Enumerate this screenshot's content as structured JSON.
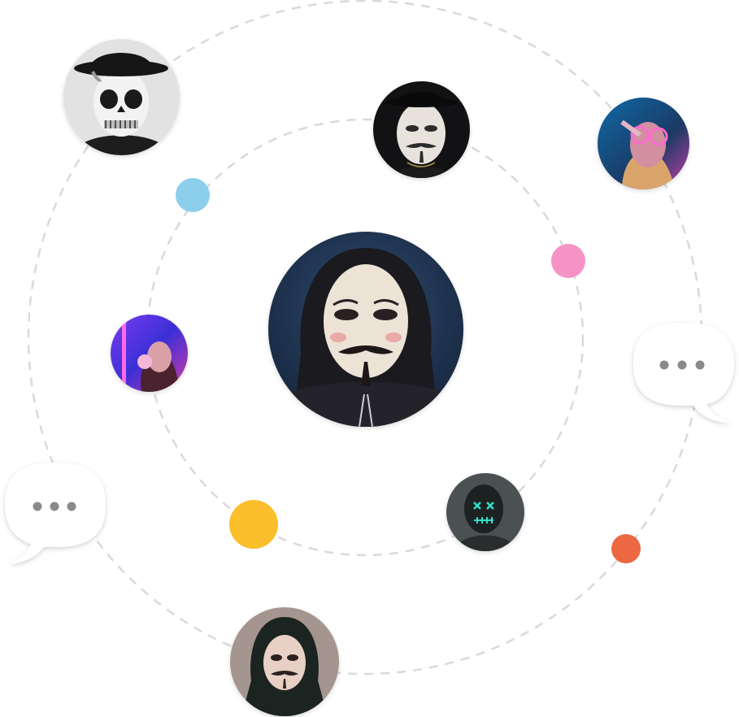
{
  "colors": {
    "orbit": "#d9d9d9",
    "dot_blue": "#8ccfec",
    "dot_pink": "#f593c6",
    "dot_yellow": "#fbbf2b",
    "dot_orange": "#ec6842",
    "bubble_fill": "#ffffff",
    "bubble_dots": "#8a8a8a"
  },
  "avatars": [
    {
      "name": "center-avatar-anonymous-mask",
      "icon": "guy-fawkes-mask-hood-icon"
    },
    {
      "name": "avatar-skull-face-paint",
      "icon": "skull-makeup-icon"
    },
    {
      "name": "avatar-anonymous-mask-hat",
      "icon": "guy-fawkes-mask-icon"
    },
    {
      "name": "avatar-neon-glasses-woman",
      "icon": "neon-glasses-icon"
    },
    {
      "name": "avatar-bubblegum-woman",
      "icon": "bubblegum-portrait-icon"
    },
    {
      "name": "avatar-neon-purge-mask",
      "icon": "neon-purge-mask-icon"
    },
    {
      "name": "avatar-anonymous-mask-hoodie",
      "icon": "guy-fawkes-mask-hoodie-icon"
    }
  ],
  "chat_bubbles": [
    {
      "name": "chat-bubble-right",
      "icon": "typing-dots-icon"
    },
    {
      "name": "chat-bubble-left",
      "icon": "typing-dots-icon"
    }
  ]
}
